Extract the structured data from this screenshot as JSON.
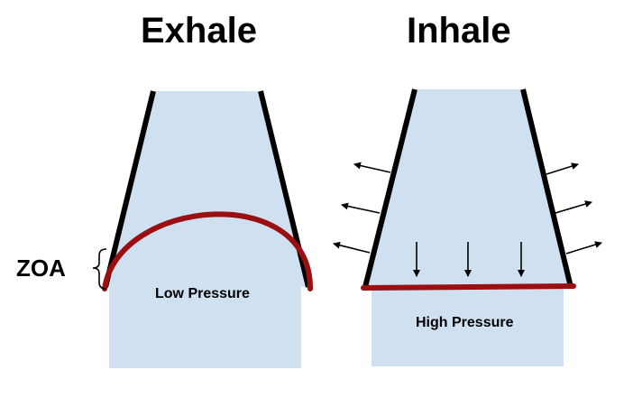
{
  "exhale": {
    "title": "Exhale",
    "zoa_label": "ZOA",
    "pressure_label": "Low Pressure"
  },
  "inhale": {
    "title": "Inhale",
    "pressure_label": "High Pressure"
  },
  "colors": {
    "cavity_fill": "#cfe0f1",
    "wall_stroke": "#000000",
    "diaphragm": "#9a0f12",
    "text": "#000000"
  }
}
